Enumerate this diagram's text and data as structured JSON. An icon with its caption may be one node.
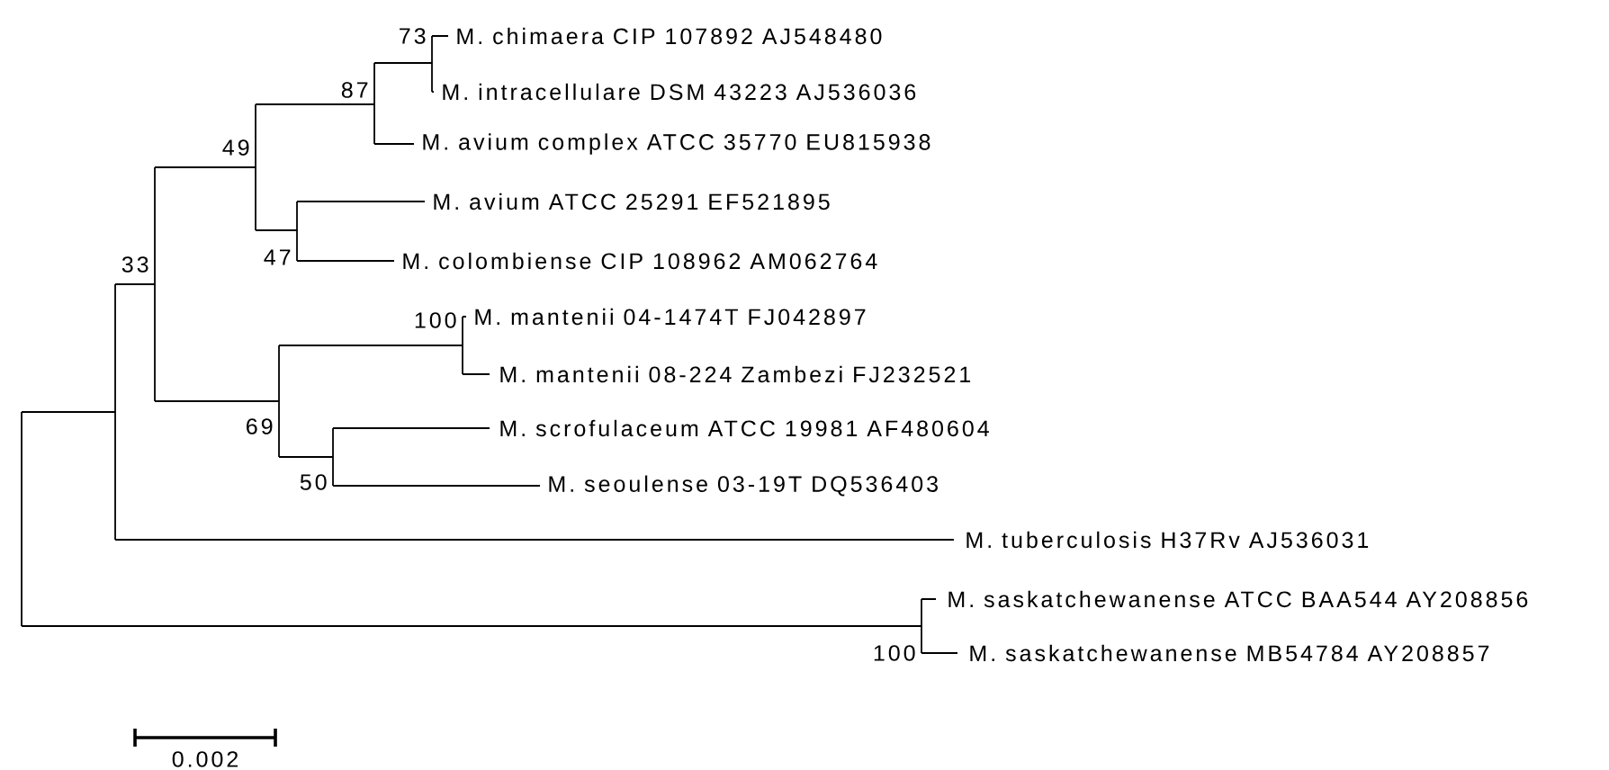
{
  "diagram": {
    "labels": [
      "73",
      "M. chimaera CIP 107892 AJ548480",
      "87",
      "M. intracellulare DSM 43223 AJ536036",
      "49",
      "M. avium complex ATCC 35770 EU815938",
      "M. avium ATCC 25291 EF521895",
      "33",
      "47",
      "M. colombiense CIP 108962 AM062764",
      "100",
      "M. mantenii 04-1474T FJ042897",
      "M. mantenii 08-224 Zambezi FJ232521",
      "69",
      "M. scrofulaceum ATCC 19981 AF480604",
      "50",
      "M. seoulense 03-19T DQ536403",
      "M. tuberculosis H37Rv AJ536031",
      "M. saskatchewanense ATCC BAA544 AY208856",
      "100",
      "M. saskatchewanense MB54784 AY208857",
      "0.002"
    ]
  }
}
